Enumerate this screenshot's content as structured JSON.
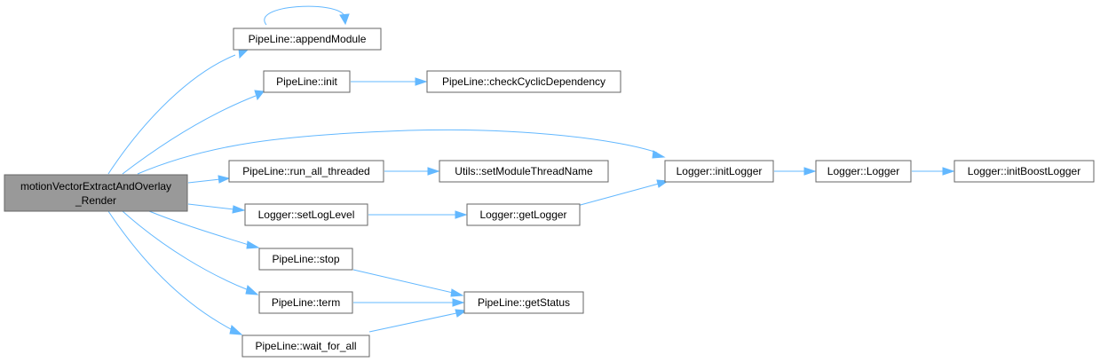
{
  "graph": {
    "root": {
      "line1": "motionVectorExtractAndOverlay",
      "line2": "_Render"
    },
    "nodes": {
      "append_module": "PipeLine::appendModule",
      "init": "PipeLine::init",
      "check_cyclic": "PipeLine::checkCyclicDependency",
      "run_all_threaded": "PipeLine::run_all_threaded",
      "set_module_thread_name": "Utils::setModuleThreadName",
      "init_logger": "Logger::initLogger",
      "logger_ctor": "Logger::Logger",
      "init_boost_logger": "Logger::initBoostLogger",
      "set_log_level": "Logger::setLogLevel",
      "get_logger": "Logger::getLogger",
      "stop": "PipeLine::stop",
      "term": "PipeLine::term",
      "wait_for_all": "PipeLine::wait_for_all",
      "get_status": "PipeLine::getStatus"
    },
    "colors": {
      "edge": "#63b8ff",
      "node_border": "#666666",
      "root_fill": "#999999",
      "node_fill": "#ffffff"
    }
  }
}
